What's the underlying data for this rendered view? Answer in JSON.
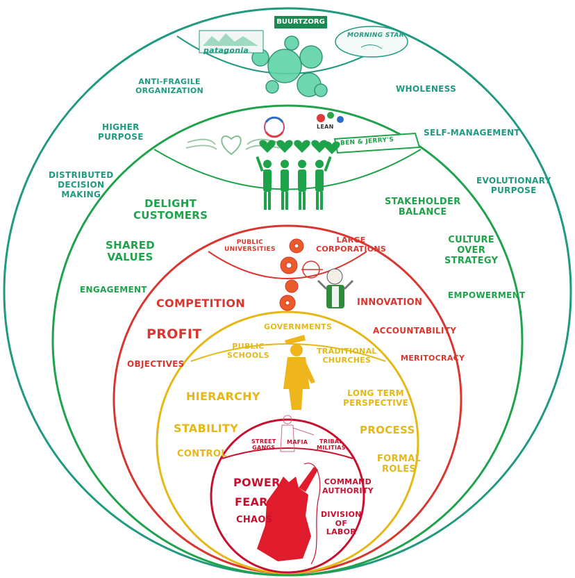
{
  "colors": {
    "teal": "#1f9a7f",
    "green": "#1ea24a",
    "orange_red": "#d8362f",
    "yellow": "#e5b816",
    "crimson": "#c8102e"
  },
  "teal_ring": {
    "examples": {
      "buurtzorg": "BUURTZORG",
      "patagonia": "patagonia",
      "morningstar": "MORNING STAR"
    },
    "labels": {
      "anti_fragile": "ANTI-FRAGILE\nORGANIZATION",
      "wholeness": "WHOLENESS",
      "higher_purpose": "HIGHER\nPURPOSE",
      "self_management": "SELF-MANAGEMENT",
      "distributed": "DISTRIBUTED\nDECISION\nMAKING",
      "evolutionary": "EVOLUTIONARY\nPURPOSE"
    }
  },
  "green_ring": {
    "examples": {
      "ben_jerrys": "BEN & JERRY'S",
      "lean": "LEAN"
    },
    "labels": {
      "delight": "DELIGHT\nCUSTOMERS",
      "stakeholder": "STAKEHOLDER\nBALANCE",
      "shared_values": "SHARED\nVALUES",
      "culture": "CULTURE\nOVER\nSTRATEGY",
      "engagement": "ENGAGEMENT",
      "empowerment": "EMPOWERMENT"
    }
  },
  "orange_ring": {
    "examples": {
      "public_universities": "PUBLIC\nUNIVERSITIES",
      "large_corporations": "LARGE\nCORPORATIONS"
    },
    "labels": {
      "competition": "COMPETITION",
      "innovation": "INNOVATION",
      "profit": "PROFIT",
      "accountability": "ACCOUNTABILITY",
      "objectives": "OBJECTIVES",
      "meritocracy": "MERITOCRACY"
    }
  },
  "amber_ring": {
    "examples": {
      "governments": "GOVERNMENTS",
      "public_schools": "PUBLIC\nSCHOOLS",
      "traditional_churches": "TRADITIONAL\nCHURCHES"
    },
    "labels": {
      "hierarchy": "HIERARCHY",
      "long_term": "LONG TERM\nPERSPECTIVE",
      "stability": "STABILITY",
      "process": "PROCESS",
      "control": "CONTROL",
      "formal_roles": "FORMAL\nROLES"
    }
  },
  "red_ring": {
    "examples": {
      "street_gangs": "STREET\nGANGS",
      "mafia": "MAFIA",
      "tribal_militias": "TRIBAL\nMILITIAS"
    },
    "labels": {
      "power": "POWER",
      "fear": "FEAR",
      "chaos": "CHAOS",
      "command": "COMMAND\nAUTHORITY",
      "division": "DIVISION\nOF\nLABOR"
    }
  }
}
